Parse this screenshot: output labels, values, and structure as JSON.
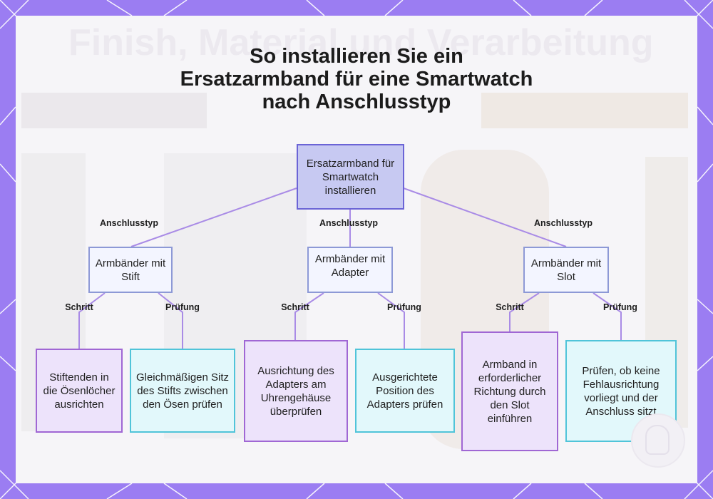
{
  "title": {
    "line1": "So installieren Sie ein",
    "line2": "Ersatzarmband für eine Smartwatch",
    "line3": "nach Anschlusstyp"
  },
  "background_title": "Finish, Material und Verarbeitung",
  "colors": {
    "frame": "#9b7df2",
    "root_fill": "#c7c9f2",
    "root_border": "#6b64d6",
    "mid_fill": "#f3f5ff",
    "mid_border": "#8d99d6",
    "step_fill": "#ede3fb",
    "step_border": "#a067d4",
    "check_fill": "#e2f8fb",
    "check_border": "#50c4d9",
    "edge": "#a98be6"
  },
  "root": {
    "label": "Ersatzarmband für Smartwatch installieren"
  },
  "edge_labels": {
    "type": "Anschlusstyp",
    "step": "Schritt",
    "check": "Prüfung"
  },
  "branches": [
    {
      "label": "Armbänder mit Stift",
      "step": "Stiftenden in die Ösenlöcher ausrichten",
      "check": "Gleichmäßigen Sitz des Stifts zwischen den Ösen prüfen"
    },
    {
      "label": "Armbänder mit Adapter",
      "step": "Ausrichtung des Adapters am Uhrengehäuse überprüfen",
      "check": "Ausgerichtete Position des Adapters prüfen"
    },
    {
      "label": "Armbänder mit Slot",
      "step": "Armband in erforderlicher Richtung durch den Slot einführen",
      "check": "Prüfen, ob keine Fehlausrichtung vorliegt und der Anschluss sitzt"
    }
  ]
}
